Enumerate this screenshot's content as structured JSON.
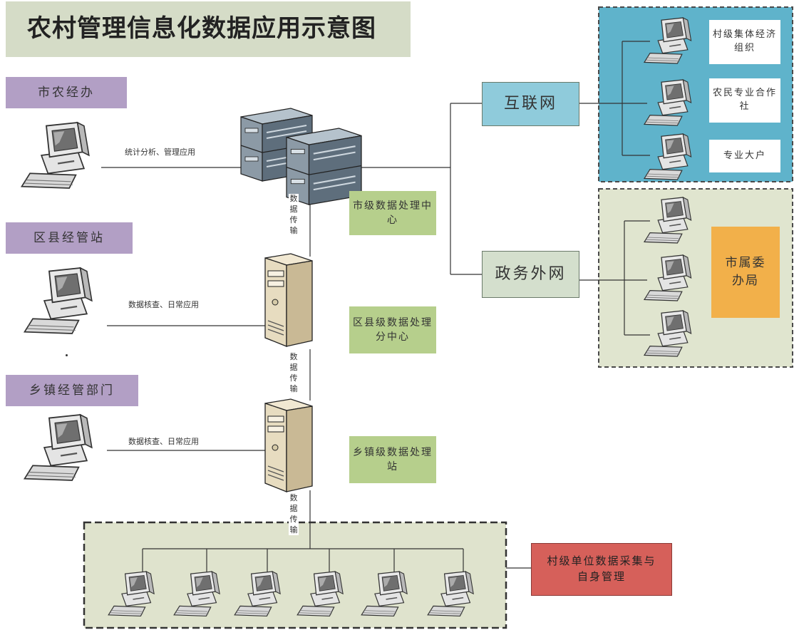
{
  "title": "农村管理信息化数据应用示意图",
  "roles": {
    "city": "市农经办",
    "county": "区县经管站",
    "town": "乡镇经管部门"
  },
  "links": {
    "city": "统计分析、管理应用",
    "county": "数据核查、日常应用",
    "town": "数据核查、日常应用"
  },
  "transfer": "数据传输",
  "centers": {
    "city": "市级数据处理中心",
    "county": "区县级数据处理分中心",
    "town": "乡镇级数据处理站"
  },
  "networks": {
    "internet": "互联网",
    "gov": "政务外网"
  },
  "internet_users": [
    "村级集体经济组织",
    "农民专业合作社",
    "专业大户"
  ],
  "gov_user": "市属委办局",
  "village": "村级单位数据采集与自身管理",
  "colors": {
    "title_bg": "#d5dcc7",
    "role_bg": "#b29fc5",
    "center_bg": "#b6cf8c",
    "internet_bg": "#5fb3cb",
    "gov_zone_bg": "#e0e5cf",
    "orange": "#f2b04a",
    "red": "#d6605a"
  },
  "icons": [
    "desktop-computer-icon",
    "rack-server-icon",
    "tower-server-icon"
  ]
}
